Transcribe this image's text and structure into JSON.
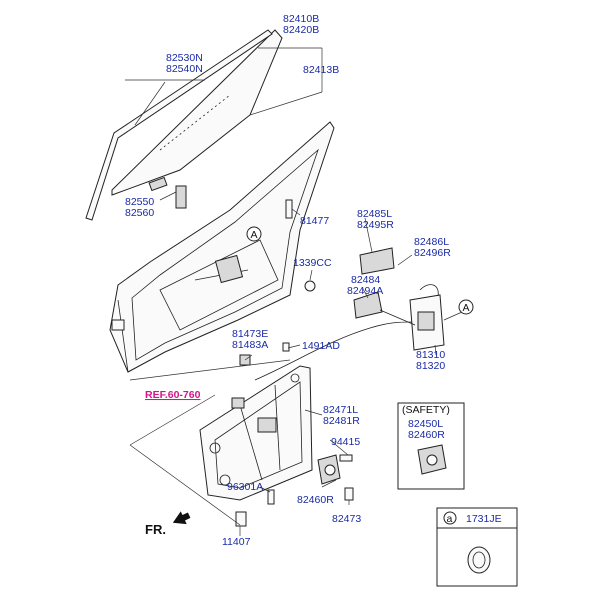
{
  "labels": {
    "glass_a": "82410B",
    "glass_b": "82420B",
    "run_a": "82530N",
    "run_b": "82540N",
    "glass_ch": "82413B",
    "stop_a": "82550",
    "stop_b": "82560",
    "bolt_81477": "81477",
    "bolt_1339cc": "1339CC",
    "ext_hdl_a": "82485L",
    "ext_hdl_b": "82495R",
    "rod_a": "82486L",
    "rod_b": "82496R",
    "hdl_a": "82484",
    "hdl_b": "82494A",
    "latch_a": "81310",
    "latch_b": "81320",
    "cable_a": "81473E",
    "cable_b": "81483A",
    "clip": "1491AD",
    "reg_a": "82471L",
    "reg_b": "82481R",
    "screw_94415": "94415",
    "screw_96301a": "96301A",
    "motor": "82460R",
    "screw_82473": "82473",
    "bolt_11407": "11407",
    "safety_title": "(SAFETY)",
    "safety_a": "82450L",
    "safety_b": "82460R",
    "ref": "REF.60-760",
    "fr": "FR.",
    "callout_a": "A",
    "legend_key": "a",
    "legend_part": "1731JE"
  },
  "colors": {
    "label": "#1a2aa8",
    "ref": "#d4148c"
  }
}
